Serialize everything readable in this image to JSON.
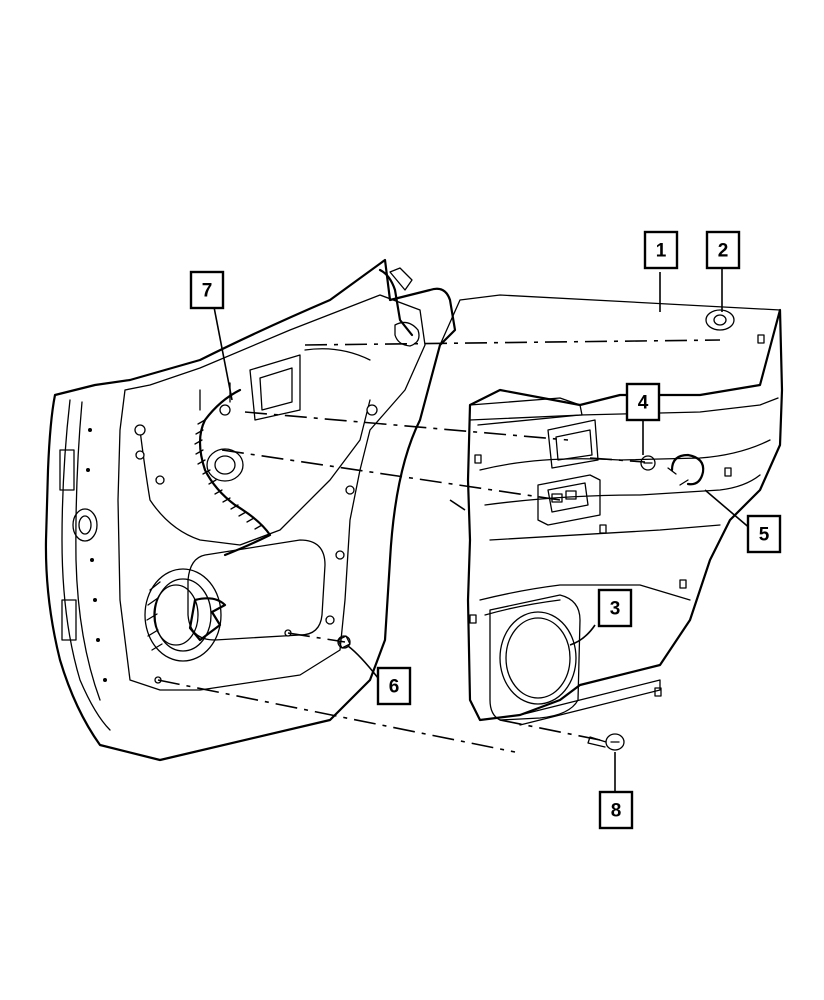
{
  "diagram": {
    "callouts": [
      {
        "id": "c1",
        "label": "1",
        "part": "door-trim-panel"
      },
      {
        "id": "c2",
        "label": "2",
        "part": "plug"
      },
      {
        "id": "c3",
        "label": "3",
        "part": "speaker-grille"
      },
      {
        "id": "c4",
        "label": "4",
        "part": "screw"
      },
      {
        "id": "c5",
        "label": "5",
        "part": "clip"
      },
      {
        "id": "c6",
        "label": "6",
        "part": "push-pin"
      },
      {
        "id": "c7",
        "label": "7",
        "part": "wiring-harness"
      },
      {
        "id": "c8",
        "label": "8",
        "part": "screw"
      }
    ]
  }
}
